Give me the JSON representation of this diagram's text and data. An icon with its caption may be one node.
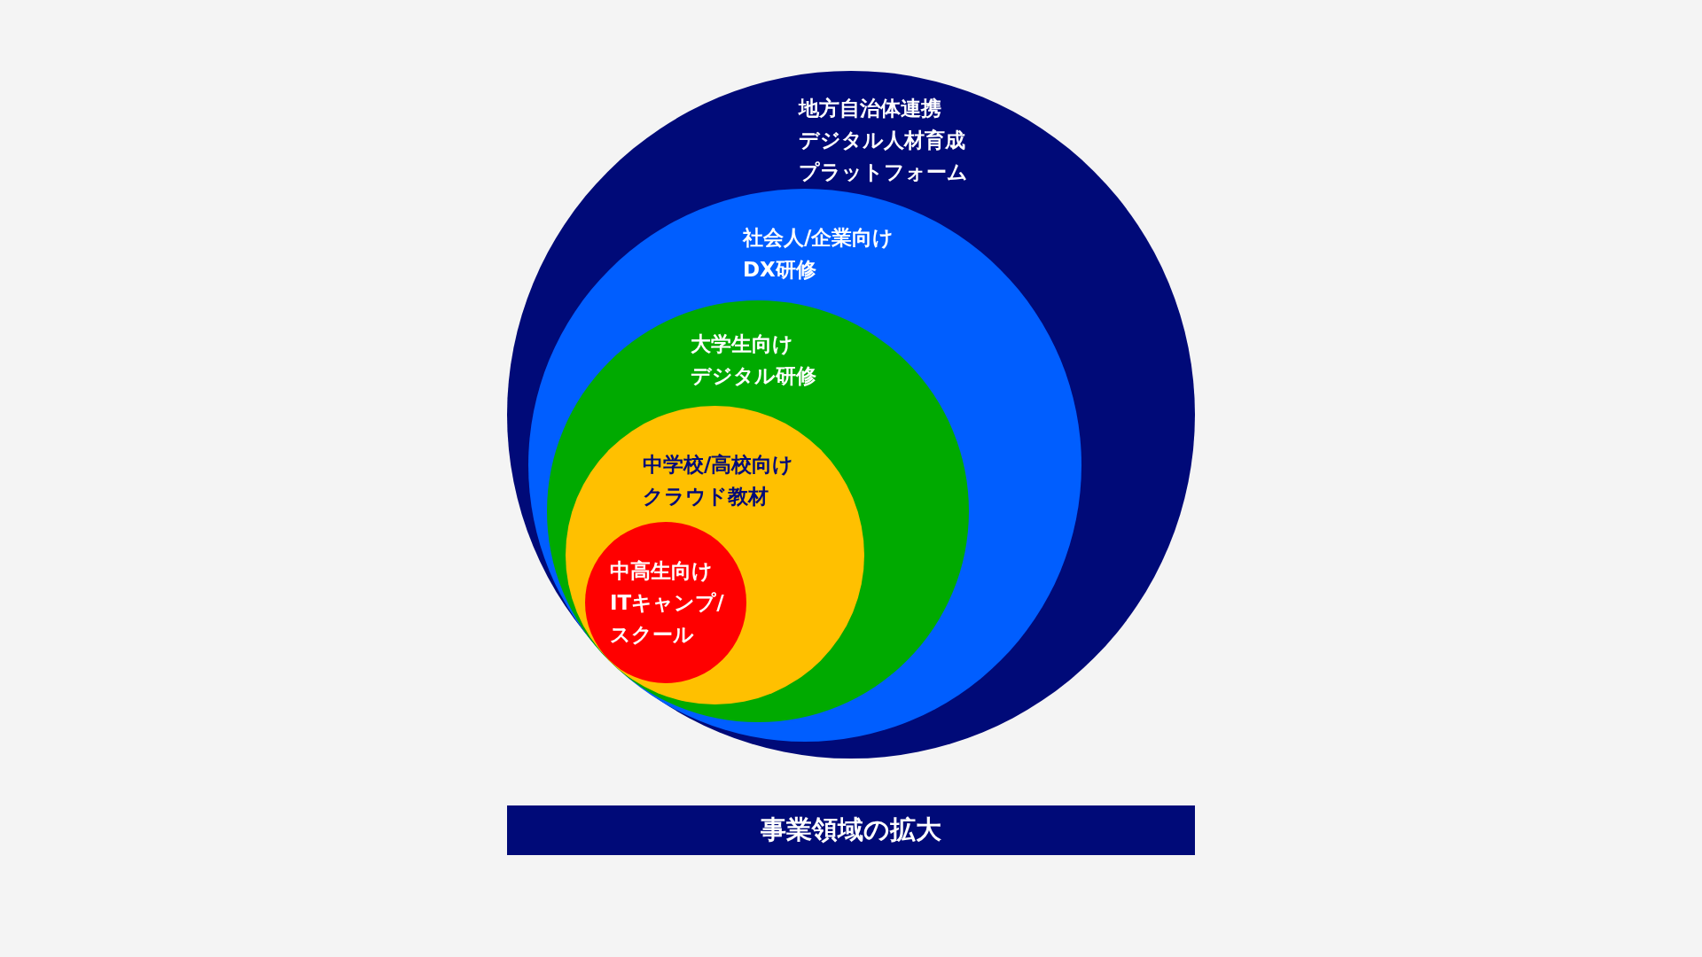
{
  "diagram": {
    "nodes": [
      {
        "text": [
          "地方自治体連携",
          "デジタル人材育成",
          "プラットフォーム"
        ]
      },
      {
        "text": [
          "社会人/企業向け",
          "DX研修"
        ],
        "in": 0
      },
      {
        "text": [
          "大学生向け",
          "デジタル研修"
        ],
        "in": 1
      },
      {
        "text": [
          "中学校/高校向け",
          "クラウド教材"
        ],
        "in": 2
      },
      {
        "text": [
          "中高生向け",
          "ITキャンプ/",
          "スクール"
        ],
        "in": 3
      },
      {
        "text": [
          "事業領域の拡大"
        ]
      }
    ]
  }
}
